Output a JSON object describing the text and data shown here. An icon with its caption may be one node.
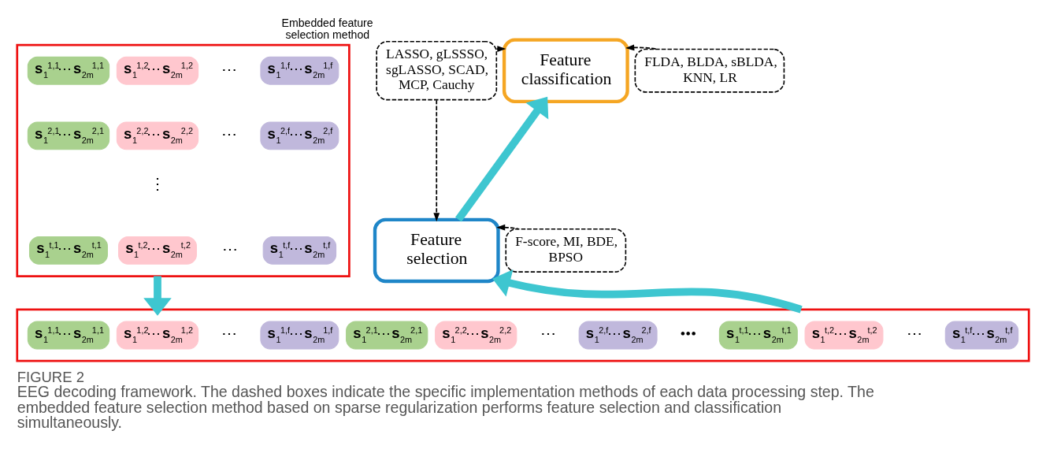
{
  "diagram": {
    "title": "FIGURE 2",
    "caption": "EEG decoding framework. The dashed boxes indicate the specific implementation methods of each data processing step. The embedded feature selection method based on sparse regularization performs feature selection and classification simultaneously.",
    "nodes": [
      {
        "text": [],
        "shape": "box"
      },
      {
        "text": [
          "**s**$_{1}$$^{1,1}$⋯**s**$_{2m}$$^{1,1}$"
        ],
        "in": 0
      },
      {
        "text": [
          "**s**$_{1}$$^{1,2}$⋯**s**$_{2m}$$^{1,2}$"
        ],
        "in": 0
      },
      {
        "text": [
          "**s**$_{1}$$^{1,f}$⋯**s**$_{2m}$$^{1,f}$"
        ],
        "in": 0
      },
      {
        "text": [
          "**s**$_{1}$$^{2,1}$⋯**s**$_{2m}$$^{2,1}$"
        ],
        "in": 0
      },
      {
        "text": [
          "**s**$_{1}$$^{2,2}$⋯**s**$_{2m}$$^{2,2}$"
        ],
        "in": 0
      },
      {
        "text": [
          "**s**$_{1}$$^{2,f}$⋯**s**$_{2m}$$^{2,f}$"
        ],
        "in": 0
      },
      {
        "text": [
          "**s**$_{1}$$^{t,1}$⋯**s**$_{2m}$$^{t,1}$"
        ],
        "in": 0
      },
      {
        "text": [
          "**s**$_{1}$$^{t,2}$⋯**s**$_{2m}$$^{t,2}$"
        ],
        "in": 0
      },
      {
        "text": [
          "**s**$_{1}$$^{t,f}$⋯**s**$_{2m}$$^{t,f}$"
        ],
        "in": 0
      },
      {
        "text": [],
        "shape": "box"
      },
      {
        "text": [
          "**s**$_{1}$$^{1,1}$⋯**s**$_{2m}$$^{1,1}$"
        ],
        "in": 10
      },
      {
        "text": [
          "**s**$_{1}$$^{1,2}$⋯**s**$_{2m}$$^{1,2}$"
        ],
        "in": 10
      },
      {
        "text": [
          "**s**$_{1}$$^{1,f}$⋯**s**$_{2m}$$^{1,f}$"
        ],
        "in": 10
      },
      {
        "text": [
          "**s**$_{1}$$^{2,1}$⋯**s**$_{2m}$$^{2,1}$"
        ],
        "in": 10
      },
      {
        "text": [
          "**s**$_{1}$$^{2,2}$⋯**s**$_{2m}$$^{2,2}$"
        ],
        "in": 10
      },
      {
        "text": [
          "**s**$_{1}$$^{2,f}$⋯**s**$_{2m}$$^{2,f}$"
        ],
        "in": 10
      },
      {
        "text": [
          "**s**$_{1}$$^{t,1}$⋯**s**$_{2m}$$^{t,1}$"
        ],
        "in": 10
      },
      {
        "text": [
          "**s**$_{1}$$^{t,2}$⋯**s**$_{2m}$$^{t,2}$"
        ],
        "in": 10
      },
      {
        "text": [
          "**s**$_{1}$$^{t,f}$⋯**s**$_{2m}$$^{t,f}$"
        ],
        "in": 10
      },
      {
        "text": [
          "Embedded feature selection method",
          "LASSO, gLSSSO, sgLASSO, SCAD, MCP, Cauchy"
        ]
      },
      {
        "text": [
          "Feature classification"
        ]
      },
      {
        "text": [
          "FLDA, BLDA, sBLDA, KNN, LR"
        ]
      },
      {
        "text": [
          "Feature selection"
        ]
      },
      {
        "text": [
          "F-score, MI, BDE, BPSO"
        ]
      }
    ],
    "edges": [
      {
        "from": 0,
        "to": 10,
        "arrow": "to",
        "style": "thick",
        "color": "#3ec6d0"
      },
      {
        "from": 10,
        "to": 23,
        "arrow": "to",
        "style": "thick",
        "color": "#3ec6d0"
      },
      {
        "from": 23,
        "to": 21,
        "arrow": "to",
        "style": "thick",
        "color": "#3ec6d0"
      },
      {
        "from": 20,
        "to": 21,
        "arrow": "to",
        "style": "dashed"
      },
      {
        "from": 20,
        "to": 23,
        "arrow": "to",
        "style": "dashed"
      },
      {
        "from": 22,
        "to": 21,
        "arrow": "to",
        "style": "dashed"
      },
      {
        "from": 24,
        "to": 23,
        "arrow": "to",
        "style": "dashed"
      }
    ],
    "labels": [
      "⋯",
      "⋯",
      "⋮",
      "⋯",
      "⋯",
      "⋯",
      "•••",
      "⋯"
    ]
  }
}
